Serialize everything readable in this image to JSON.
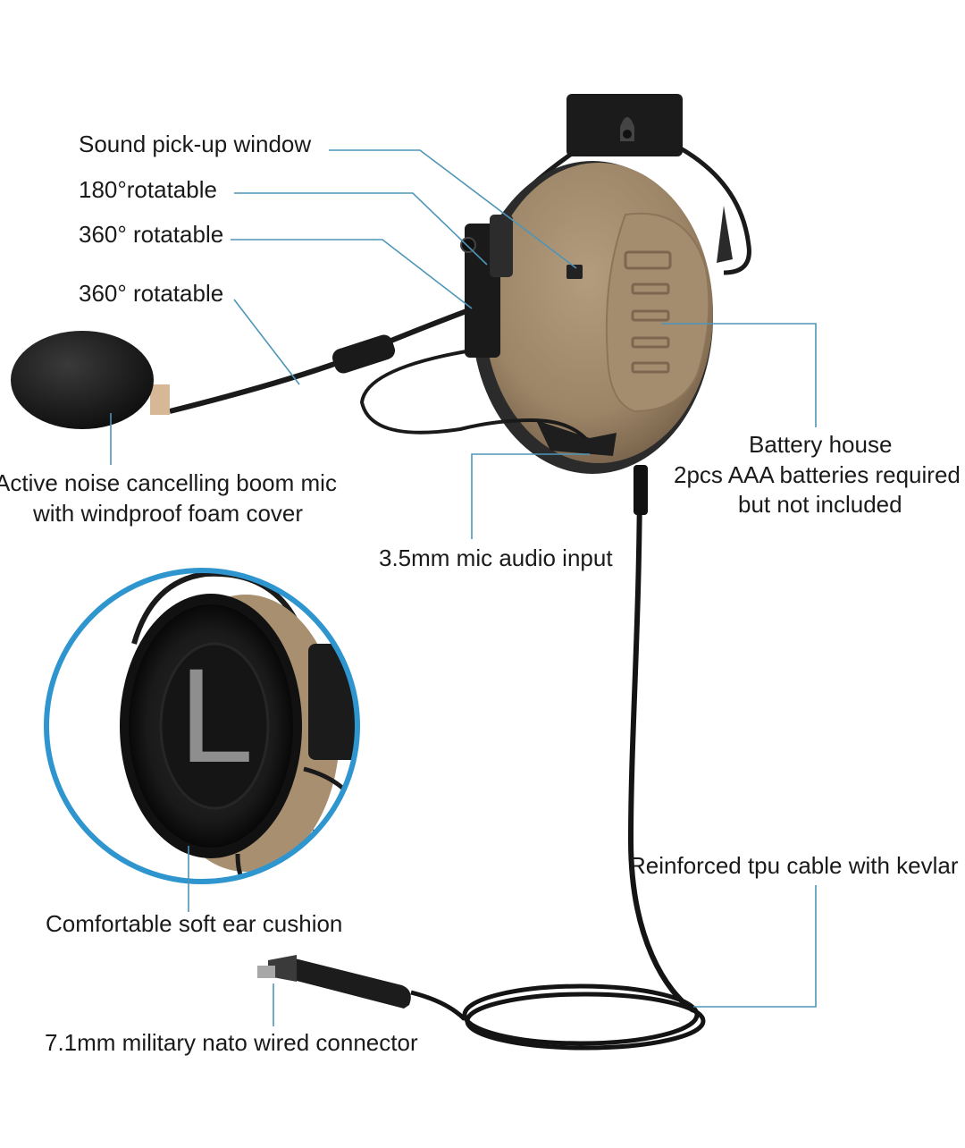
{
  "labels": {
    "sound_window": "Sound pick-up window",
    "rot_180": "180°rotatable",
    "rot_360_a": "360° rotatable",
    "rot_360_b": "360° rotatable",
    "boom_mic_1": "Active noise cancelling boom mic",
    "boom_mic_2": "with windproof foam cover",
    "mic_input": "3.5mm mic audio input",
    "battery_1": "Battery house",
    "battery_2": "2pcs AAA batteries required",
    "battery_3": "but not included",
    "ear_cushion": "Comfortable soft ear cushion",
    "cable": "Reinforced tpu cable with kevlar",
    "connector": "7.1mm military nato wired connector"
  },
  "ear_letter": "L",
  "colors": {
    "leader_line": "#4e95b8",
    "circle_frame": "#2f95cf",
    "cup": "#a38b6d",
    "cable": "#141414"
  }
}
